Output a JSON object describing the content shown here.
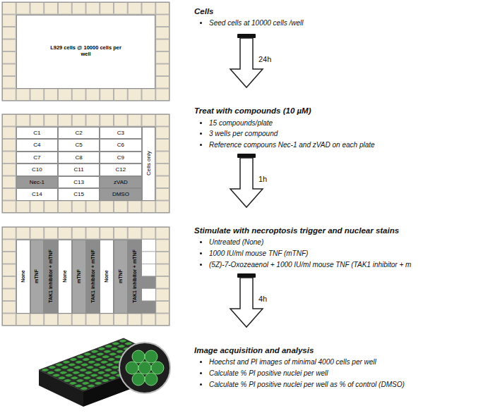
{
  "diagram": {
    "nodes": [
      {
        "text": [
          "L929 cells @ 10000 cells per well"
        ]
      },
      {
        "text": [
          "C1"
        ]
      },
      {
        "text": [
          "C2"
        ]
      },
      {
        "text": [
          "C3"
        ]
      },
      {
        "text": [
          "Cells only"
        ]
      },
      {
        "text": [
          "C4"
        ]
      },
      {
        "text": [
          "C5"
        ]
      },
      {
        "text": [
          "C6"
        ]
      },
      {
        "text": [
          "C7"
        ]
      },
      {
        "text": [
          "C8"
        ]
      },
      {
        "text": [
          "C9"
        ]
      },
      {
        "text": [
          "C10"
        ]
      },
      {
        "text": [
          "C11"
        ]
      },
      {
        "text": [
          "C12"
        ]
      },
      {
        "text": [
          "Nec-1"
        ]
      },
      {
        "text": [
          "C13"
        ]
      },
      {
        "text": [
          "zVAD"
        ]
      },
      {
        "text": [
          "C14"
        ]
      },
      {
        "text": [
          "C15"
        ]
      },
      {
        "text": [
          "DMSO"
        ]
      },
      {
        "text": [
          "None"
        ]
      },
      {
        "text": [
          "mTNF"
        ]
      },
      {
        "text": [
          "TAK1 inhibitor + mTNF"
        ]
      },
      {
        "text": [
          "None"
        ]
      },
      {
        "text": [
          "mTNF"
        ]
      },
      {
        "text": [
          "TAK1 inhibitor + mTNF"
        ]
      },
      {
        "text": [
          "None"
        ]
      },
      {
        "text": [
          "mTNF"
        ]
      },
      {
        "text": [
          "TAK1 inhibitor + mTNF"
        ]
      }
    ],
    "labels": [
      "Cells",
      "Seed cells at 10000 cells /well",
      "24h",
      "Treat with compounds (10 µM)",
      "15 compounds/plate",
      "3 wells per compound",
      "Reference compouns Nec-1 and zVAD on each plate",
      "1h",
      "Stimulate with necroptosis trigger and nuclear stains",
      "Untreated (None)",
      "1000 IU/ml mouse TNF (mTNF)",
      "(5Z)-7-Oxozeaenol + 1000 IU/ml mouse TNF (TAK1 inhibitor + m",
      "4h",
      "Image acquisition and analysis",
      "Hoechst and PI images of minimal 4000 cells per well",
      "Calculate % PI positive nuclei per well",
      "Calculate % PI positive nuclei per well as % of control (DMSO)"
    ]
  }
}
